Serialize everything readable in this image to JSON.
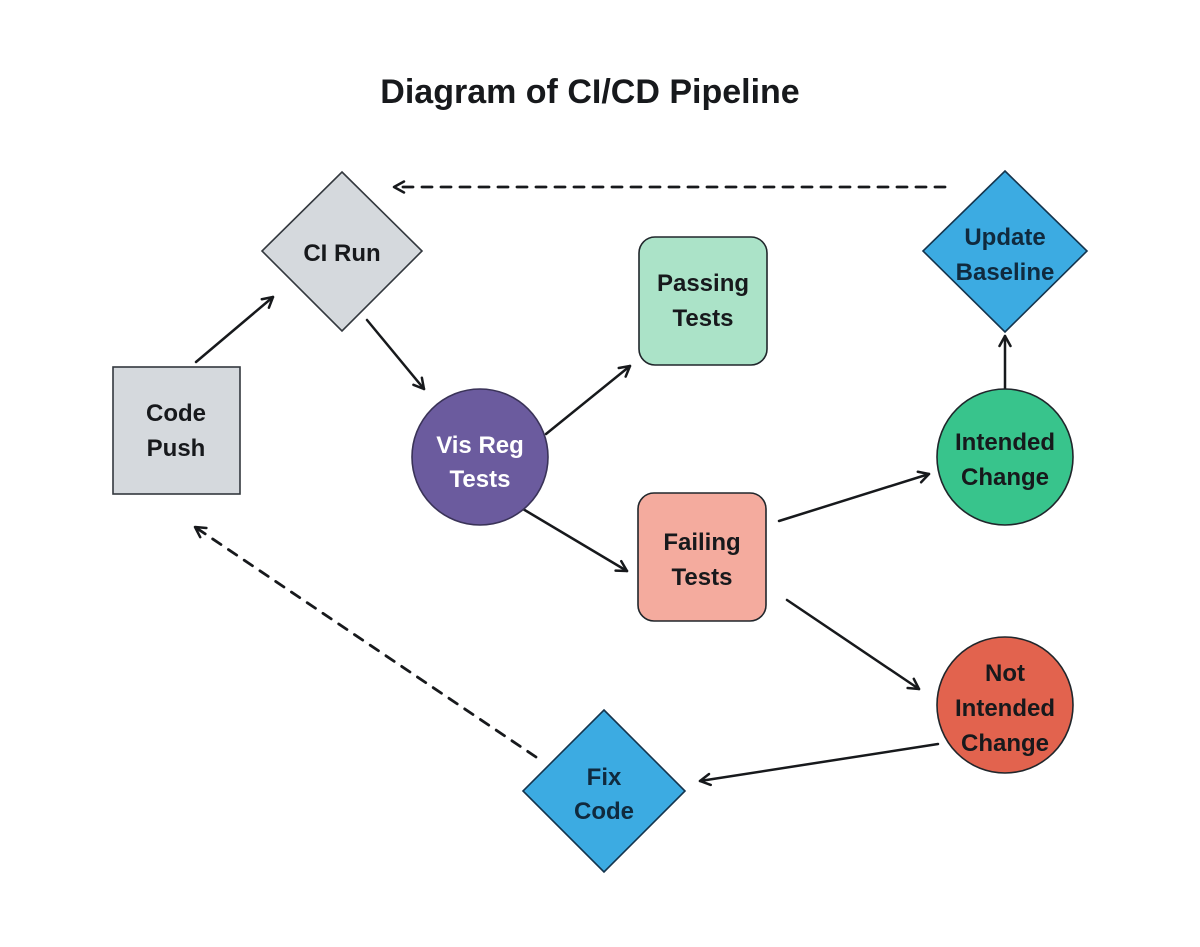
{
  "title": "Diagram of CI/CD Pipeline",
  "colors": {
    "background": "#ffffff",
    "edge": "#17191c",
    "title_text": "#17191c"
  },
  "nodes": {
    "code_push": {
      "label": "Code Push",
      "lines": [
        "Code",
        "Push"
      ],
      "shape": "square",
      "fill": "#d5d9dd",
      "stroke": "#33383e",
      "text_color": "#17191c"
    },
    "ci_run": {
      "label": "CI Run",
      "lines": [
        "CI Run"
      ],
      "shape": "diamond",
      "fill": "#d5d9dd",
      "stroke": "#33383e",
      "text_color": "#17191c"
    },
    "vis_reg_tests": {
      "label": "Vis Reg Tests",
      "lines": [
        "Vis Reg",
        "Tests"
      ],
      "shape": "circle",
      "fill": "#6b5b9e",
      "stroke": "#3a3358",
      "text_color": "#ffffff"
    },
    "passing_tests": {
      "label": "Passing Tests",
      "lines": [
        "Passing",
        "Tests"
      ],
      "shape": "rounded-square",
      "fill": "#abe3c8",
      "stroke": "#20262b",
      "text_color": "#17191c"
    },
    "failing_tests": {
      "label": "Failing Tests",
      "lines": [
        "Failing",
        "Tests"
      ],
      "shape": "rounded-square",
      "fill": "#f4ab9e",
      "stroke": "#20262b",
      "text_color": "#17191c"
    },
    "intended_change": {
      "label": "Intended Change",
      "lines": [
        "Intended",
        "Change"
      ],
      "shape": "circle",
      "fill": "#38c48c",
      "stroke": "#20262b",
      "text_color": "#17191c"
    },
    "update_baseline": {
      "label": "Update Baseline",
      "lines": [
        "Update",
        "Baseline"
      ],
      "shape": "diamond",
      "fill": "#3cabe2",
      "stroke": "#14344d",
      "text_color": "#102a3e"
    },
    "not_intended_change": {
      "label": "Not Intended Change",
      "lines": [
        "Not",
        "Intended",
        "Change"
      ],
      "shape": "circle",
      "fill": "#e2634e",
      "stroke": "#20262b",
      "text_color": "#17191c"
    },
    "fix_code": {
      "label": "Fix Code",
      "lines": [
        "Fix",
        "Code"
      ],
      "shape": "diamond",
      "fill": "#3cabe2",
      "stroke": "#14344d",
      "text_color": "#102a3e"
    }
  },
  "edges": [
    {
      "from": "Code Push",
      "to": "CI Run",
      "style": "solid"
    },
    {
      "from": "CI Run",
      "to": "Vis Reg Tests",
      "style": "solid"
    },
    {
      "from": "Vis Reg Tests",
      "to": "Passing Tests",
      "style": "solid"
    },
    {
      "from": "Vis Reg Tests",
      "to": "Failing Tests",
      "style": "solid"
    },
    {
      "from": "Failing Tests",
      "to": "Intended Change",
      "style": "solid"
    },
    {
      "from": "Failing Tests",
      "to": "Not Intended Change",
      "style": "solid"
    },
    {
      "from": "Intended Change",
      "to": "Update Baseline",
      "style": "solid"
    },
    {
      "from": "Not Intended Change",
      "to": "Fix Code",
      "style": "solid"
    },
    {
      "from": "Update Baseline",
      "to": "CI Run",
      "style": "dashed"
    },
    {
      "from": "Fix Code",
      "to": "Code Push",
      "style": "dashed"
    }
  ]
}
